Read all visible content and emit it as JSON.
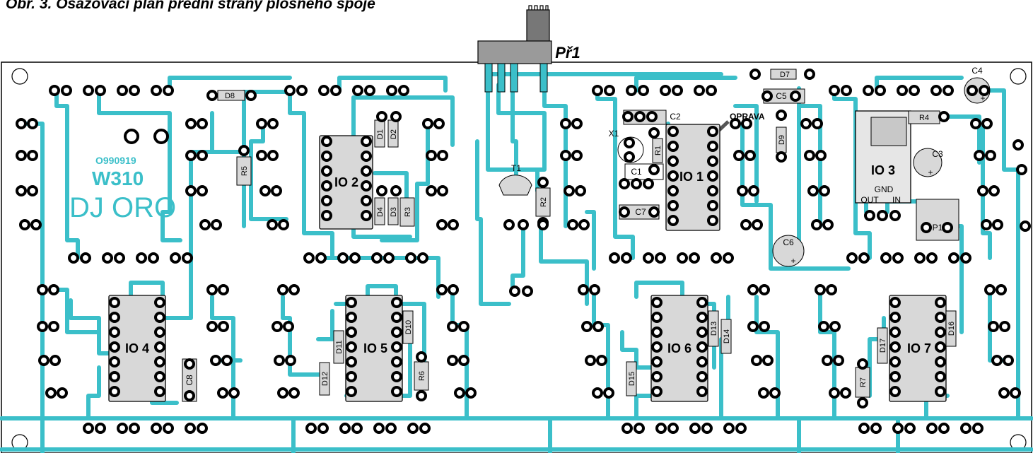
{
  "caption": "Obr. 3. Osazovací plán přední strany plošného spoje",
  "switch_label": "Př1",
  "board_marks": {
    "code": "O990919",
    "model": "W310",
    "brand": "DJ ORO",
    "fix_note": "OPRAVA"
  },
  "components": {
    "ics": [
      "IO 1",
      "IO 2",
      "IO 3",
      "IO 4",
      "IO 5",
      "IO 6",
      "IO 7"
    ],
    "diodes": [
      "D1",
      "D2",
      "D3",
      "D4",
      "D7",
      "D8",
      "D9",
      "D10",
      "D11",
      "D12",
      "D13",
      "D14",
      "D15",
      "D16",
      "D17"
    ],
    "resistors": [
      "R1",
      "R2",
      "R3",
      "R4",
      "R5",
      "R6",
      "R7"
    ],
    "capacitors": [
      "C1",
      "C2",
      "C3",
      "C4",
      "C5",
      "C6",
      "C7",
      "C8"
    ],
    "others": [
      "T1",
      "X1",
      "P1"
    ]
  },
  "regulator_pins": [
    "GND",
    "OUT",
    "IN"
  ],
  "polarity_mark": "+",
  "colors": {
    "trace": "#3bbfc9",
    "outline": "#000000",
    "body": "#d8d8d8",
    "background": "#ffffff"
  }
}
